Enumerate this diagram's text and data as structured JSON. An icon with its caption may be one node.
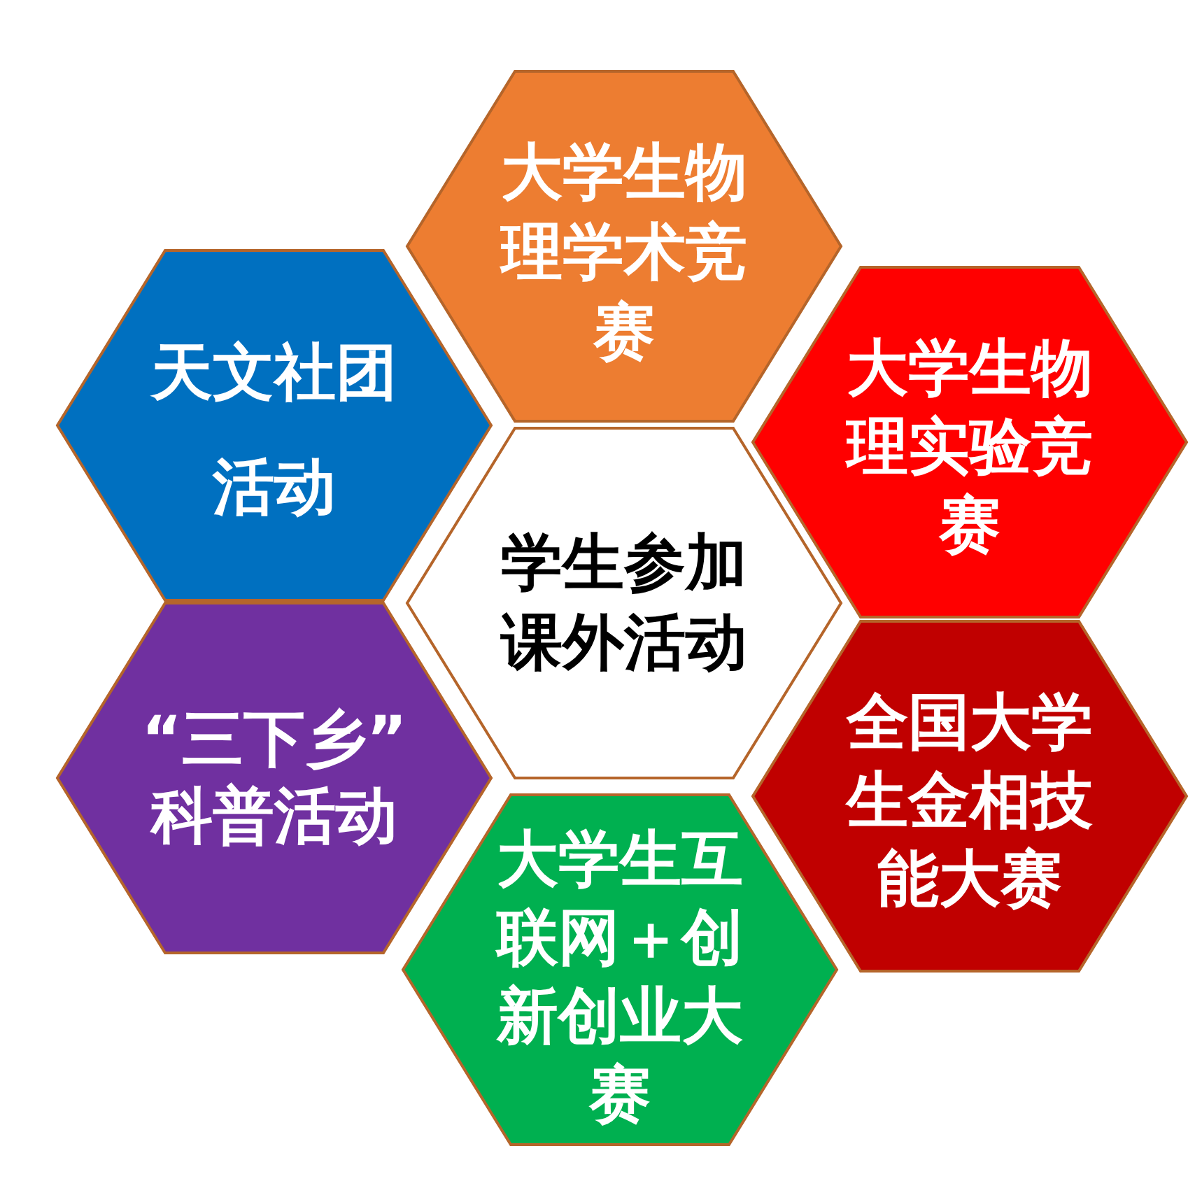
{
  "diagram": {
    "nodes": [
      {
        "text": [
          "大学生物理学术竞赛"
        ]
      },
      {
        "text": [
          "天文社团活动"
        ]
      },
      {
        "text": [
          "大学生物理实验竞赛"
        ]
      },
      {
        "text": [
          "学生参加课外活动"
        ]
      },
      {
        "text": [
          "“三下乡”科普活动"
        ]
      },
      {
        "text": [
          "全国大学生金相技能大赛"
        ]
      },
      {
        "text": [
          "大学生互联网＋创新创业大赛"
        ]
      }
    ]
  }
}
